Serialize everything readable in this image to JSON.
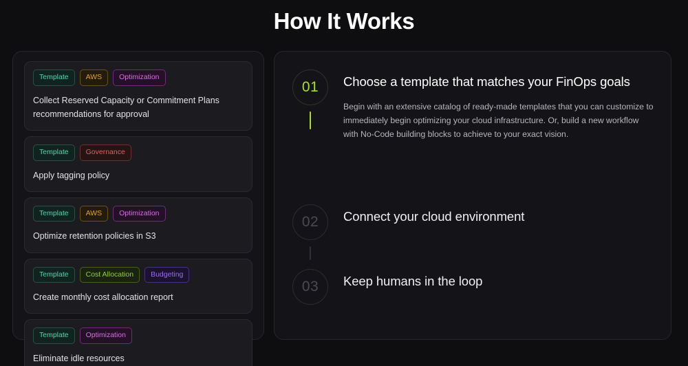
{
  "header": {
    "title": "How It Works"
  },
  "colors": {
    "background": "#0e0e11",
    "panel": "#141418",
    "card": "#1b1b20",
    "accent_green": "#a9e020",
    "heading_text": "#ffffff",
    "body_text": "#b6b6bc",
    "inactive_step": "#4a4a52"
  },
  "templates_panel": {
    "cards": [
      {
        "tags": [
          {
            "label": "Template",
            "style": "template"
          },
          {
            "label": "AWS",
            "style": "aws"
          },
          {
            "label": "Optimization",
            "style": "optimization"
          }
        ],
        "text": "Collect Reserved Capacity or Commitment Plans recommendations for approval"
      },
      {
        "tags": [
          {
            "label": "Template",
            "style": "template"
          },
          {
            "label": "Governance",
            "style": "governance"
          }
        ],
        "text": "Apply tagging policy"
      },
      {
        "tags": [
          {
            "label": "Template",
            "style": "template"
          },
          {
            "label": "AWS",
            "style": "aws"
          },
          {
            "label": "Optimization",
            "style": "optimization"
          }
        ],
        "text": "Optimize retention policies in S3"
      },
      {
        "tags": [
          {
            "label": "Template",
            "style": "template"
          },
          {
            "label": "Cost Allocation",
            "style": "cost"
          },
          {
            "label": "Budgeting",
            "style": "budgeting"
          }
        ],
        "text": "Create monthly cost allocation report"
      },
      {
        "tags": [
          {
            "label": "Template",
            "style": "template"
          },
          {
            "label": "Optimization",
            "style": "optimization"
          }
        ],
        "text": "Eliminate idle resources"
      }
    ]
  },
  "steps_panel": {
    "steps": [
      {
        "number": "01",
        "heading": "Choose a template that matches your FinOps goals",
        "description": "Begin with an extensive catalog of ready-made templates that you can customize to immediately begin optimizing your cloud infrastructure. Or, build a new workflow with No-Code building blocks to achieve to your exact vision.",
        "active": true
      },
      {
        "number": "02",
        "heading": "Connect your cloud environment",
        "description": "",
        "active": false
      },
      {
        "number": "03",
        "heading": "Keep humans in the loop",
        "description": "",
        "active": false
      }
    ]
  }
}
